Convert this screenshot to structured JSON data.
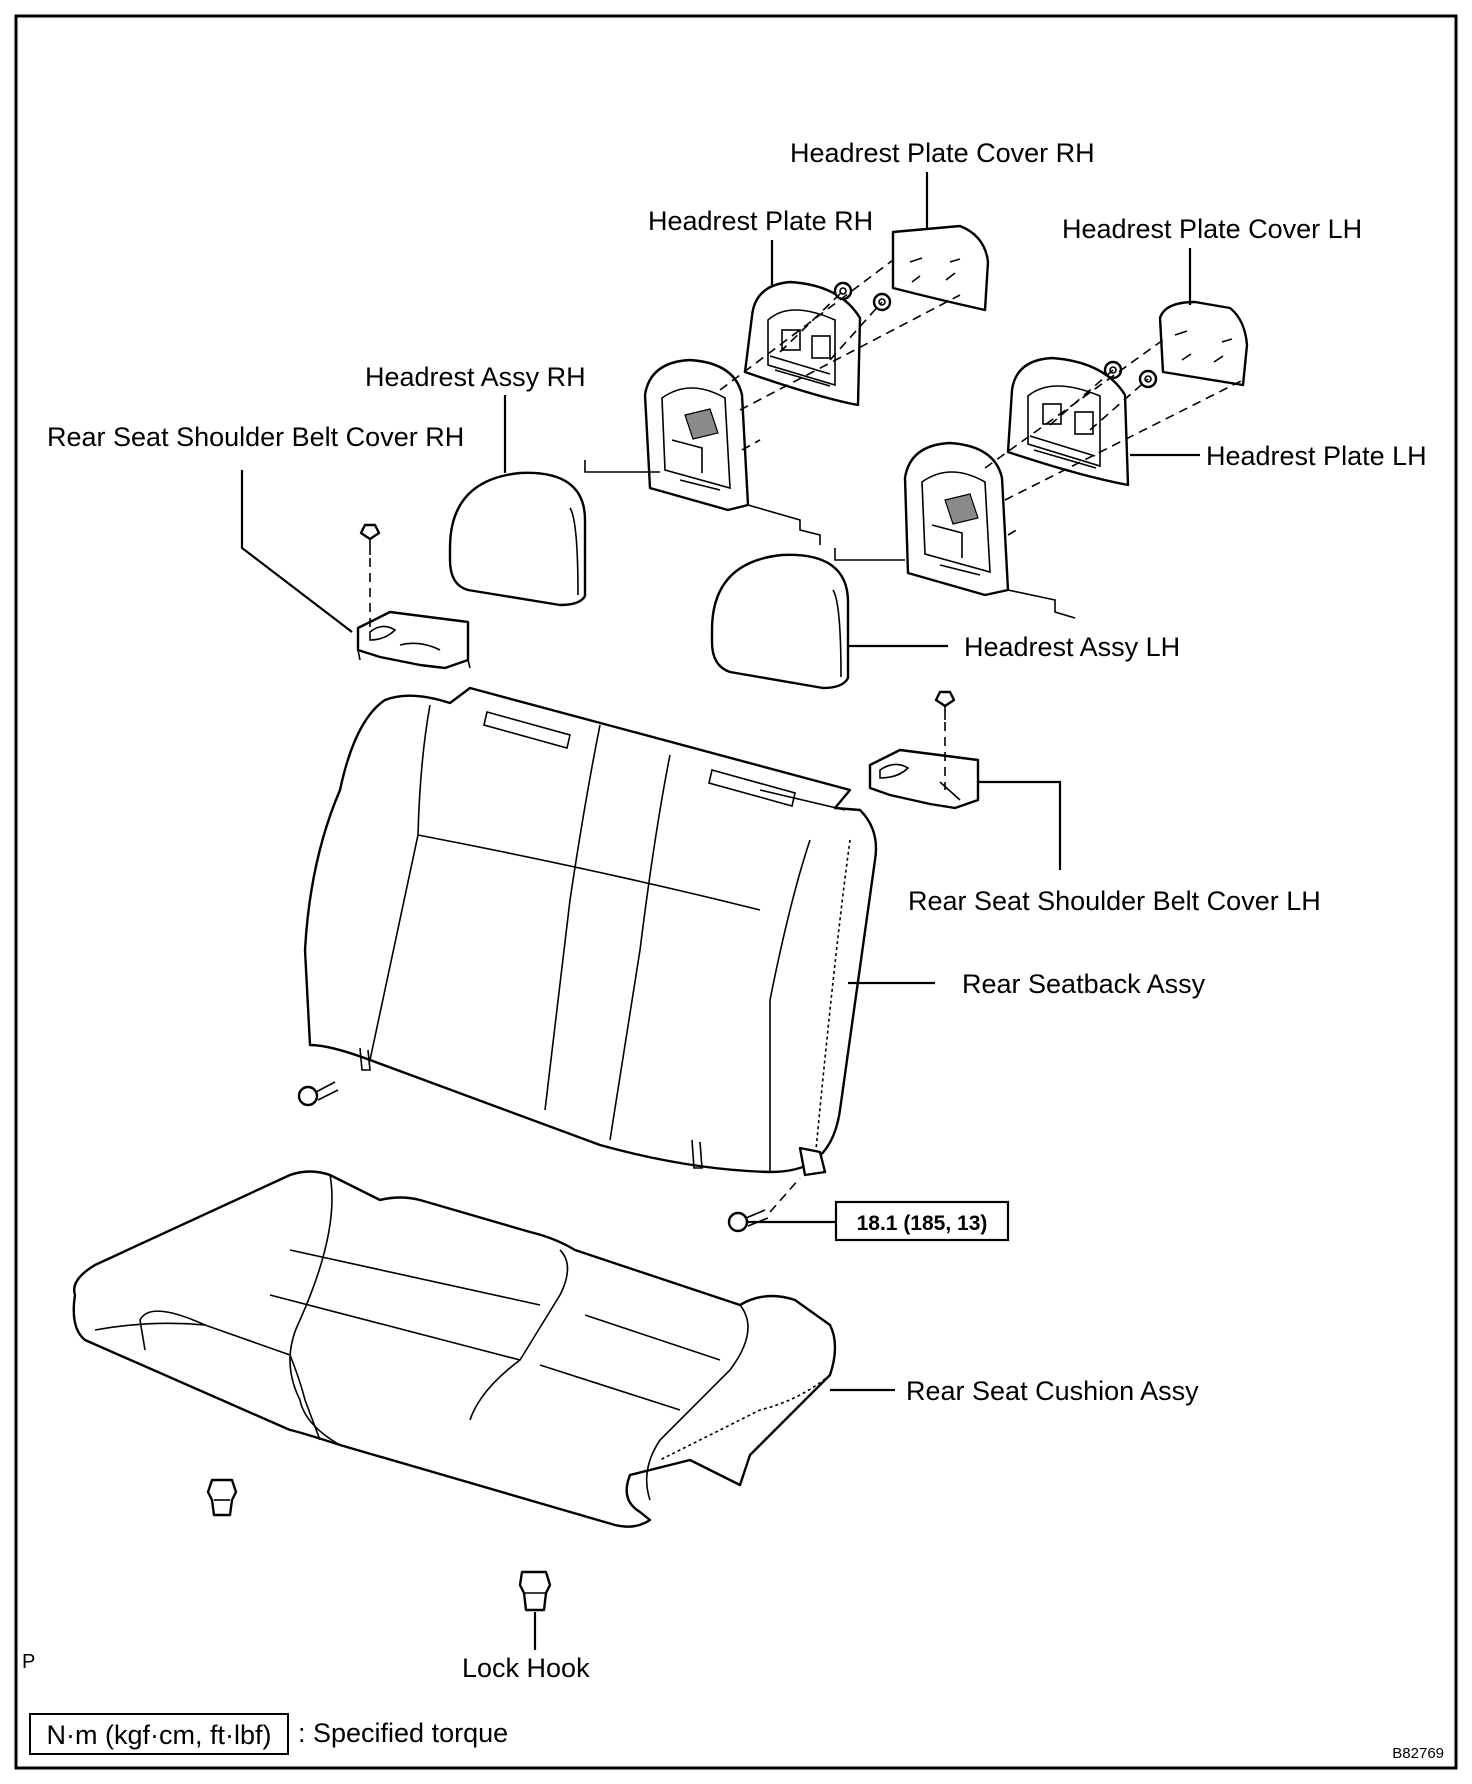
{
  "labels": {
    "headrest_plate_cover_rh": "Headrest Plate Cover RH",
    "headrest_plate_rh": "Headrest Plate RH",
    "headrest_plate_cover_lh": "Headrest Plate Cover LH",
    "headrest_assy_rh": "Headrest Assy RH",
    "rear_seat_shoulder_belt_cover_rh": "Rear Seat Shoulder Belt Cover RH",
    "headrest_plate_lh": "Headrest Plate LH",
    "headrest_assy_lh": "Headrest Assy LH",
    "rear_seat_shoulder_belt_cover_lh": "Rear Seat Shoulder Belt Cover LH",
    "rear_seatback_assy": "Rear Seatback Assy",
    "rear_seat_cushion_assy": "Rear Seat Cushion Assy",
    "lock_hook": "Lock Hook"
  },
  "torque": {
    "value": "18.1 (185, 13)"
  },
  "legend": {
    "unit_box": "N·m (kgf·cm, ft·lbf)",
    "description": ": Specified torque"
  },
  "corner_mark": "P",
  "figure_code": "B82769"
}
